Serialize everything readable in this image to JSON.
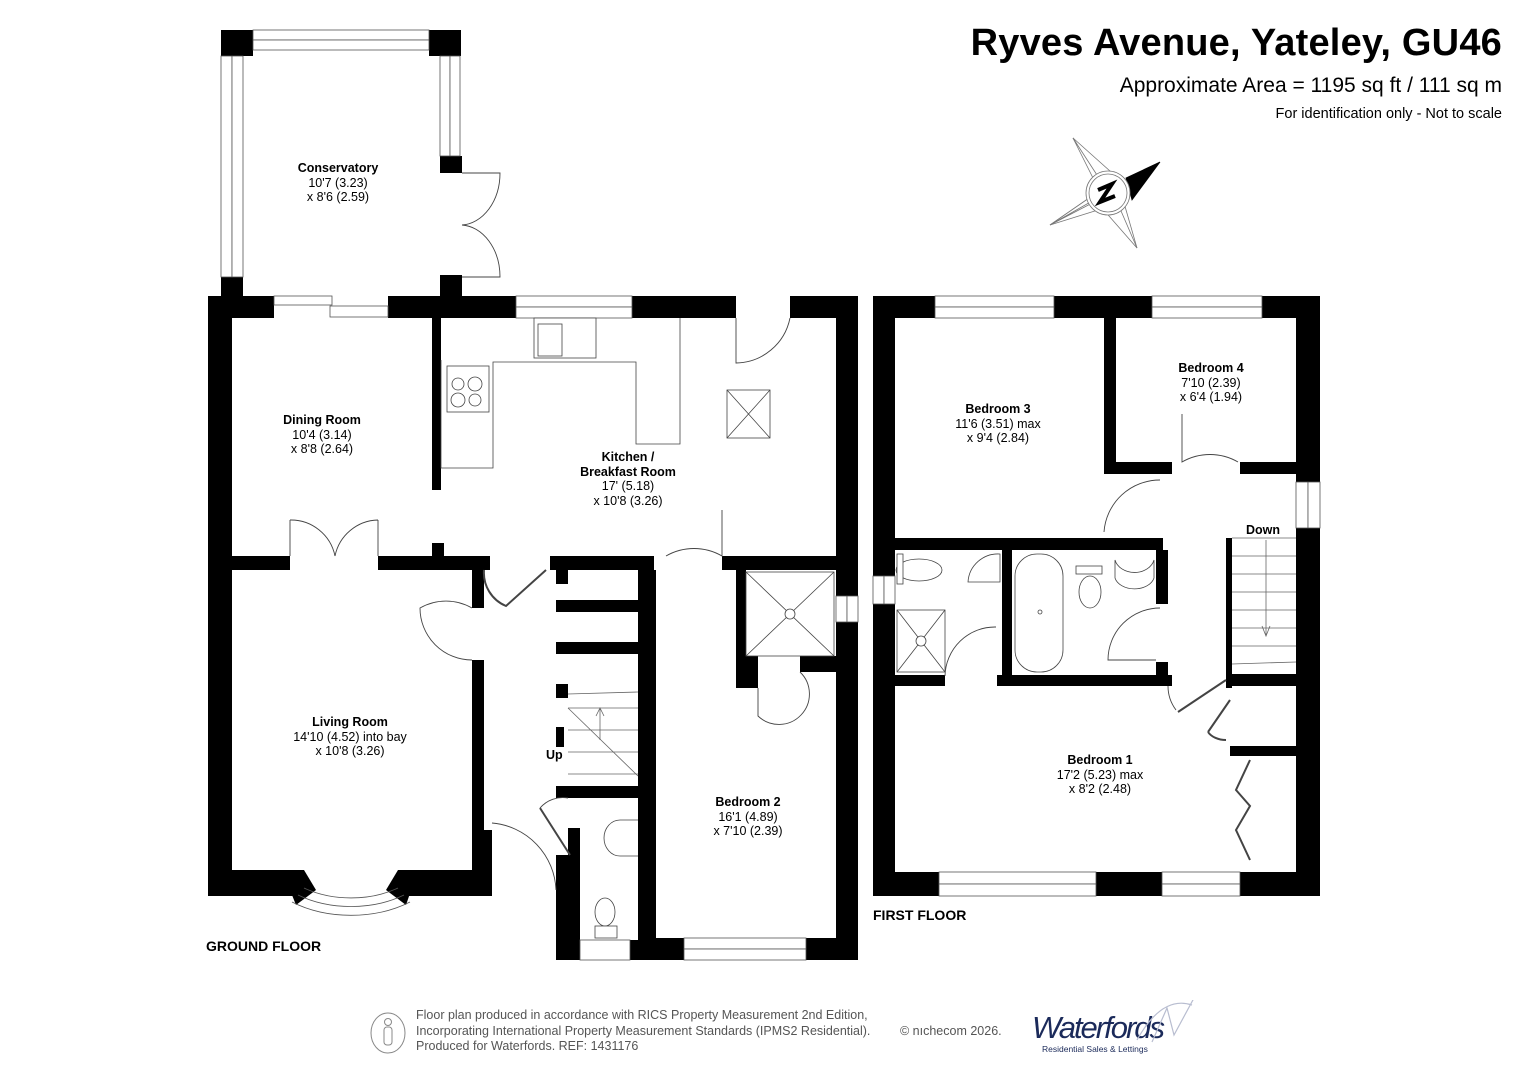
{
  "header": {
    "title": "Ryves Avenue, Yateley, GU46",
    "area": "Approximate Area = 1195 sq ft / 111 sq m",
    "disclaimer": "For identification only - Not to scale"
  },
  "compass": {
    "icon": "north-arrow-compass-icon",
    "label": "N"
  },
  "ground_floor": {
    "label": "GROUND FLOOR",
    "stairs_label": "Up",
    "rooms": [
      {
        "name": "Conservatory",
        "dim1": "10'7 (3.23)",
        "dim2": "x 8'6 (2.59)"
      },
      {
        "name": "Dining Room",
        "dim1": "10'4 (3.14)",
        "dim2": "x 8'8 (2.64)"
      },
      {
        "name": "Kitchen /",
        "name2": "Breakfast Room",
        "dim1": "17' (5.18)",
        "dim2": "x 10'8 (3.26)"
      },
      {
        "name": "Living Room",
        "dim1": "14'10 (4.52) into bay",
        "dim2": "x 10'8 (3.26)"
      },
      {
        "name": "Bedroom 2",
        "dim1": "16'1 (4.89)",
        "dim2": "x 7'10 (2.39)"
      }
    ]
  },
  "first_floor": {
    "label": "FIRST FLOOR",
    "stairs_label": "Down",
    "rooms": [
      {
        "name": "Bedroom 3",
        "dim1": "11'6 (3.51) max",
        "dim2": "x 9'4 (2.84)"
      },
      {
        "name": "Bedroom 4",
        "dim1": "7'10 (2.39)",
        "dim2": "x 6'4 (1.94)"
      },
      {
        "name": "Bedroom 1",
        "dim1": "17'2 (5.23) max",
        "dim2": "x 8'2 (2.48)"
      }
    ]
  },
  "footer": {
    "line1": "Floor plan produced in accordance with RICS Property Measurement 2nd Edition,",
    "line2": "Incorporating International Property Measurement Standards (IPMS2 Residential).",
    "line3": "Produced for Waterfords.   REF:  1431176",
    "copyright": "© nıchecom 2026.",
    "icon": "person-info-icon"
  },
  "brand": {
    "name": "Waterfords",
    "tagline": "Residential Sales & Lettings",
    "color": "#1b2a5a"
  }
}
